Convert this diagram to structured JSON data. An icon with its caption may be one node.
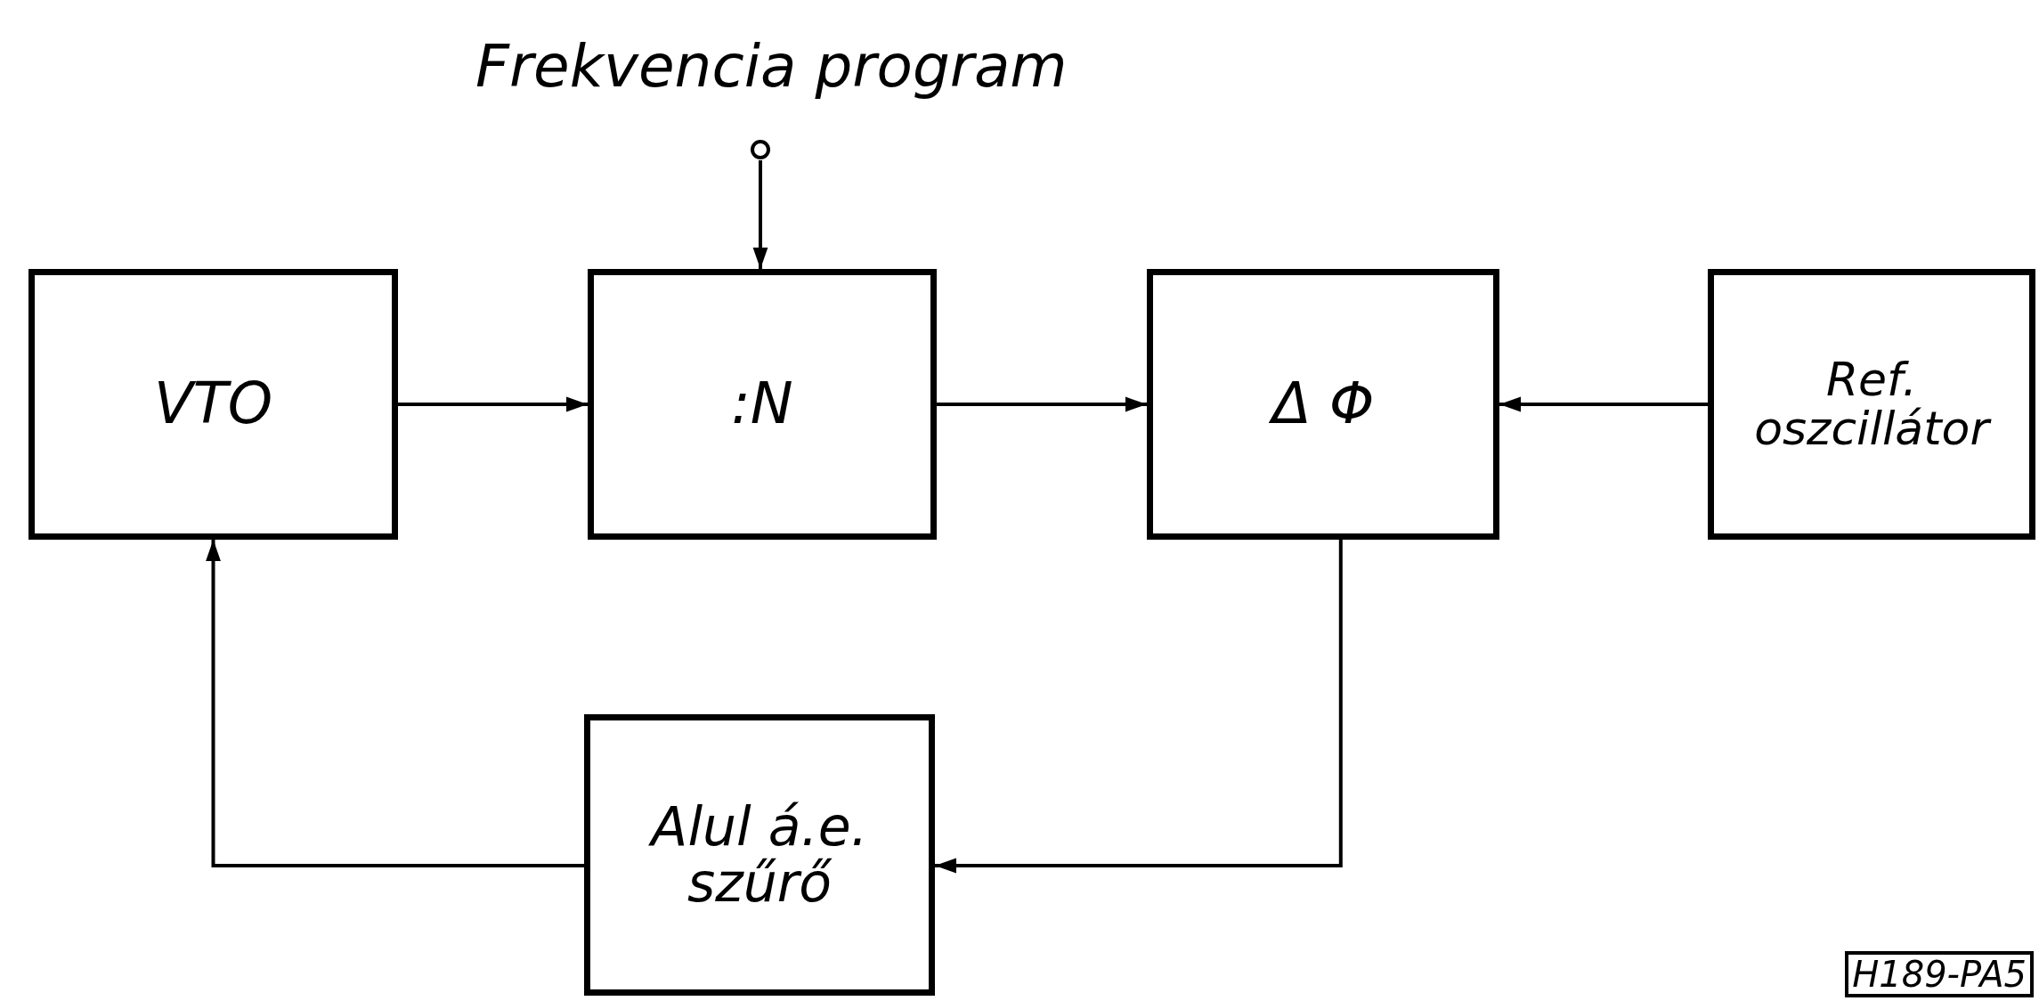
{
  "diagram": {
    "nodes": [
      {
        "text": [],
        "shape": "circle",
        "beside": [
          "Frekvencia program"
        ]
      },
      {
        "text": [
          "VTO"
        ]
      },
      {
        "text": [
          ":N"
        ]
      },
      {
        "text": [
          "Δ Φ"
        ]
      },
      {
        "text": [
          "Ref. oszcillátor"
        ]
      },
      {
        "text": [
          "Alul á.e. szűrő"
        ]
      }
    ],
    "edges": [
      {
        "from": 0,
        "to": 2,
        "arrow": "to"
      },
      {
        "from": 1,
        "to": 2,
        "arrow": "to"
      },
      {
        "from": 2,
        "to": 3,
        "arrow": "to"
      },
      {
        "from": 4,
        "to": 3,
        "arrow": "to"
      },
      {
        "from": 3,
        "to": 5,
        "arrow": "to"
      },
      {
        "from": 5,
        "to": 1,
        "arrow": "to"
      }
    ],
    "labels": [
      "H189-PA5"
    ]
  }
}
